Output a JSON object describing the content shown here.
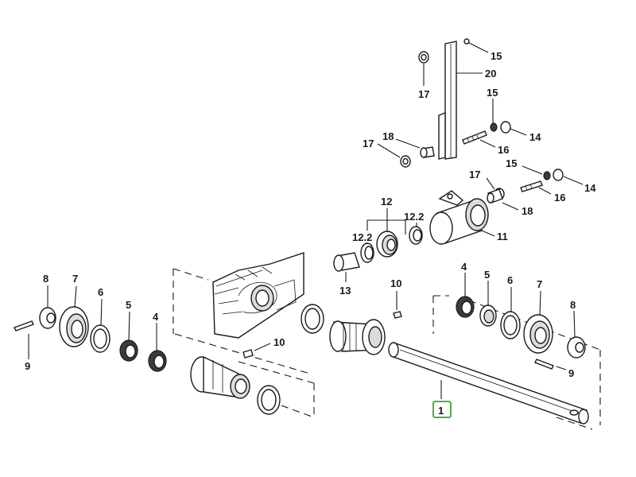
{
  "diagram": {
    "highlighted_callout": "1",
    "callouts": {
      "c1": "1",
      "c4a": "4",
      "c4b": "4",
      "c5a": "5",
      "c5b": "5",
      "c6a": "6",
      "c6b": "6",
      "c7a": "7",
      "c7b": "7",
      "c8a": "8",
      "c8b": "8",
      "c9a": "9",
      "c9b": "9",
      "c10a": "10",
      "c10b": "10",
      "c11": "11",
      "c12": "12",
      "c12_2a": "12.2",
      "c12_2b": "12.2",
      "c13": "13",
      "c14a": "14",
      "c14b": "14",
      "c15a": "15",
      "c15b": "15",
      "c15c": "15",
      "c16a": "16",
      "c16b": "16",
      "c17a": "17",
      "c17b": "17",
      "c17c": "17",
      "c18a": "18",
      "c18b": "18",
      "c20": "20"
    },
    "colors": {
      "line": "#1a1a1a",
      "highlight": "#3aa23a",
      "background": "#ffffff"
    }
  }
}
